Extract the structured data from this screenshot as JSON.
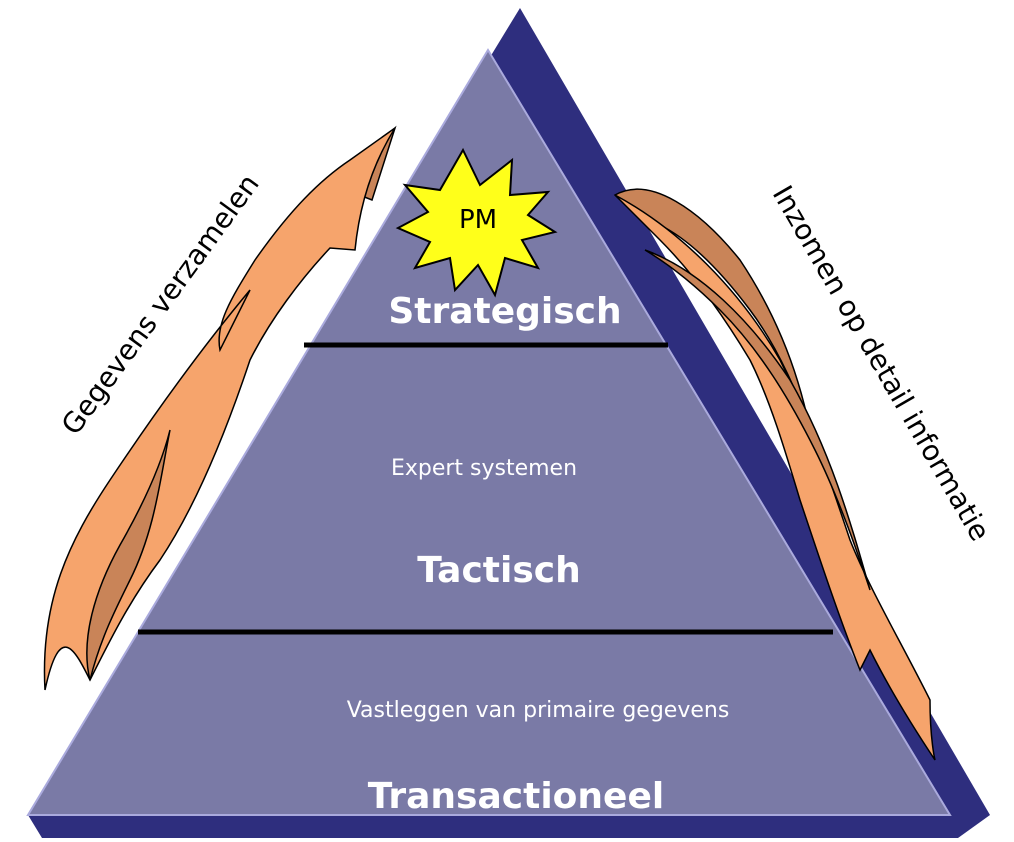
{
  "diagram": {
    "levels": {
      "top": "Strategisch",
      "middle": "Tactisch",
      "bottom": "Transactioneel"
    },
    "middle_caption": "Expert systemen",
    "bottom_caption": "Vastleggen van primaire gegevens",
    "starburst_label": "PM",
    "left_arrow_label": "Gegevens verzamelen",
    "right_arrow_label": "Inzomen op detail informatie"
  },
  "colors": {
    "pyramid_face": "#7a7aa6",
    "pyramid_edge": "#2e2e7e",
    "arrow_light": "#f6a46c",
    "arrow_dark": "#c98458",
    "starburst": "#ffff1a",
    "divider": "#000000"
  }
}
